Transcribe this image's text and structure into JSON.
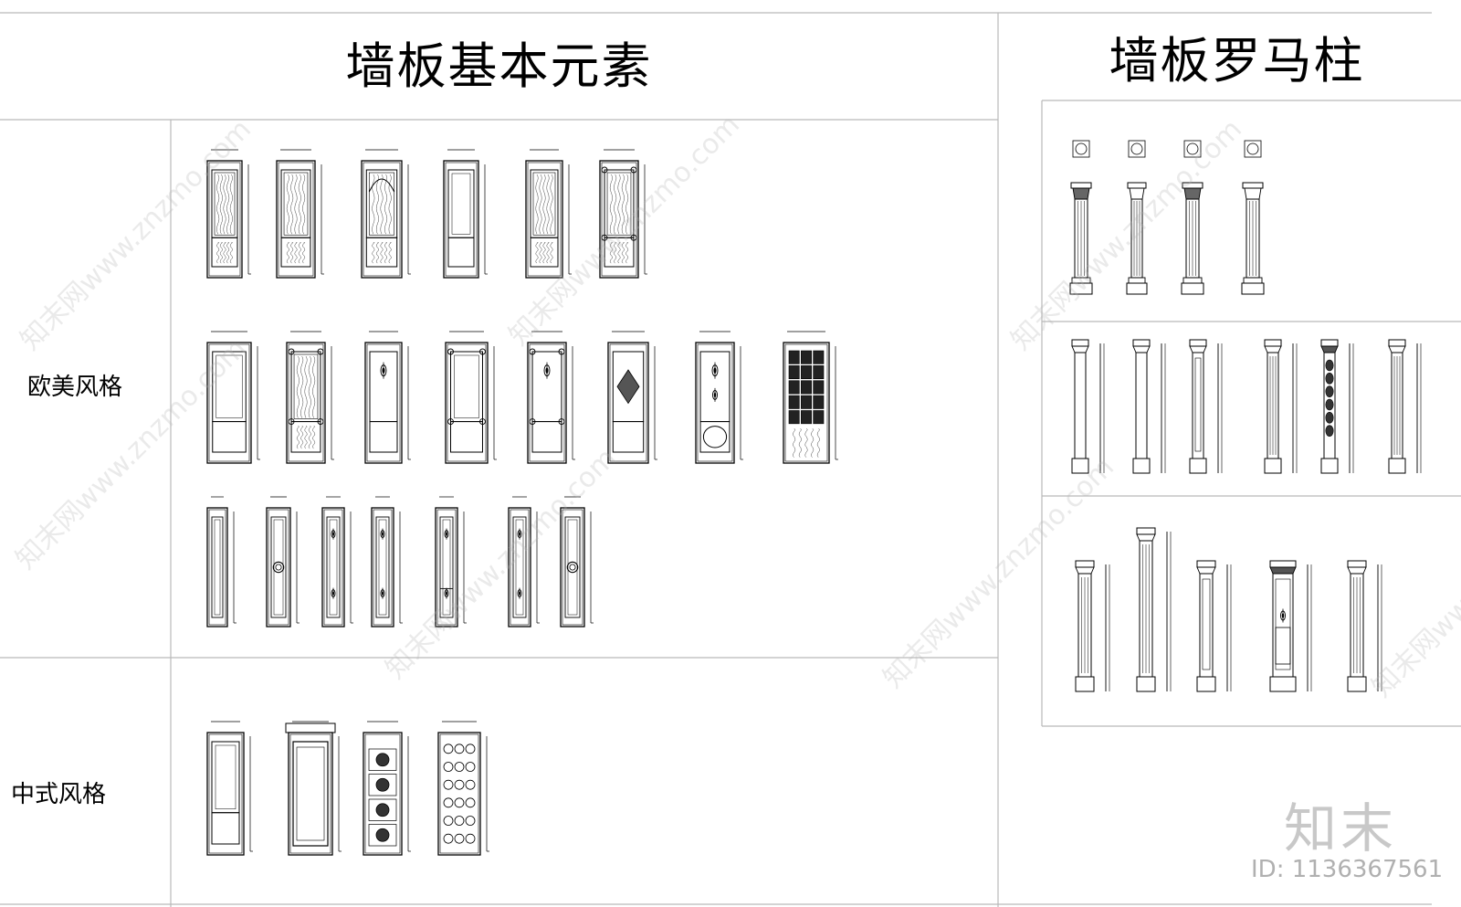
{
  "sections": {
    "left_title": "墙板基本元素",
    "right_title": "墙板罗马柱",
    "row_euro_label": "欧美风格",
    "row_chinese_label": "中式风格"
  },
  "watermark": {
    "site_text": "知末网www.znzmo.com",
    "brand": "知末",
    "id_text": "ID: 1136367561"
  },
  "colors": {
    "line": "#000000",
    "grid": "#b9b9b9",
    "watermark": "#cfcfcf"
  },
  "panels": {
    "euro_row1": [
      "wood-grain",
      "wood-grain",
      "arched-wood",
      "inset-frame",
      "wood-grain",
      "cornered-wood"
    ],
    "euro_row2": [
      "plain-frame",
      "cornered-wood",
      "carved-motif",
      "cornered-frame",
      "floral-frame",
      "medallion",
      "ornate-carved",
      "lattice-squares"
    ],
    "euro_row3": [
      "narrow-plain",
      "narrow-rosette",
      "narrow-ornament",
      "narrow-ornament",
      "narrow-ornament-split",
      "narrow-ornament",
      "narrow-rosette"
    ],
    "chinese_row": [
      "plain-frame",
      "carved-border",
      "roundel-stack",
      "lattice-screen"
    ]
  },
  "columns": {
    "roman_row": [
      "ionic-column",
      "doric-column",
      "corinthian-column",
      "fluted-column"
    ],
    "pilaster_row1": [
      "plain-pilaster",
      "plain-pilaster",
      "framed-pilaster",
      "fluted-pilaster",
      "carved-pilaster",
      "fluted-pilaster"
    ],
    "pilaster_row2": [
      "fluted-pilaster",
      "carved-tall-pilaster",
      "framed-pilaster",
      "ornate-pilaster",
      "fluted-pilaster"
    ]
  }
}
